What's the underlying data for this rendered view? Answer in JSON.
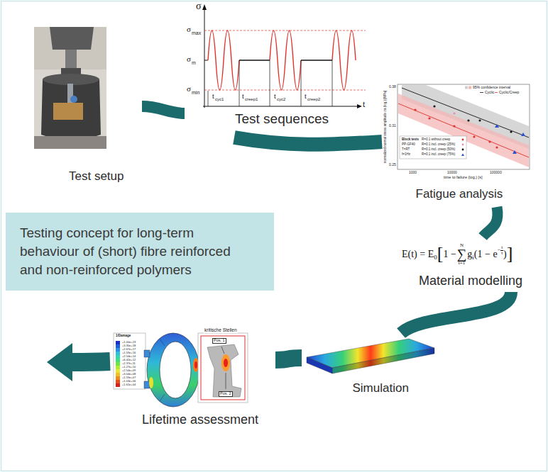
{
  "diagram": {
    "nodes": [
      {
        "text": [
          "Test setup"
        ]
      },
      {
        "text": [
          "Test sequences"
        ]
      },
      {
        "text": [
          "Fatigue analysis"
        ]
      },
      {
        "text": [
          "Testing concept for long-term behaviour of (short) fibre reinforced and non-reinforced polymers"
        ]
      },
      {
        "text": [
          "Material modelling"
        ]
      },
      {
        "text": [
          "Simulation"
        ]
      },
      {
        "text": [
          "Lifetime assessment"
        ]
      }
    ],
    "edges": [
      {
        "from": 0,
        "to": 1,
        "arrow": "none"
      },
      {
        "from": 1,
        "to": 2,
        "arrow": "none"
      },
      {
        "from": 2,
        "to": 4,
        "arrow": "none"
      },
      {
        "from": 4,
        "to": 5,
        "arrow": "none"
      },
      {
        "from": 5,
        "to": 6,
        "arrow": "none"
      }
    ],
    "labels": [
      "σ",
      "σ",
      "max",
      "σ",
      "m",
      "σ",
      "min",
      "t",
      "t",
      "cyc1",
      "t",
      "creep1",
      "t",
      "cyc2",
      "t",
      "creep2",
      "95% confidence interval",
      "Cyclic",
      "Cyclic/Creep",
      "0.38",
      "0.31",
      "0.25",
      "normalized normal stress amplitude σa (log.) [MPa]",
      "1000",
      "10000",
      "100000",
      "time to failure (log.) [s]",
      "Block tests",
      "PP-GF40",
      "T=RT",
      "f=1Hz",
      "R=0.1 without creep",
      "R=0.1 incl. creep (25%)",
      "R=0.1 incl. creep (50%)",
      "R=0.1 incl. creep (75%)",
      "E(t) = E",
      "0",
      "[",
      "1 −",
      "N",
      "∑",
      "i=1",
      "g",
      "i",
      "(1 − e",
      "−",
      "t",
      "τ",
      ")",
      "]",
      "1/Damage",
      "+1.00e+23",
      "+3.30e+18",
      "+2.67e+17",
      "+1.59e+16",
      "+2.54e+14",
      "+6.42e+12",
      "+2.37e+11",
      "+1.27e+10",
      "+2.54e+09",
      "+3.04e+08",
      "+1.59e+07",
      "+1.03e+06",
      "+1.61e+04",
      "kritische Stellen",
      "Pos. 1",
      "Pos. 2"
    ]
  }
}
